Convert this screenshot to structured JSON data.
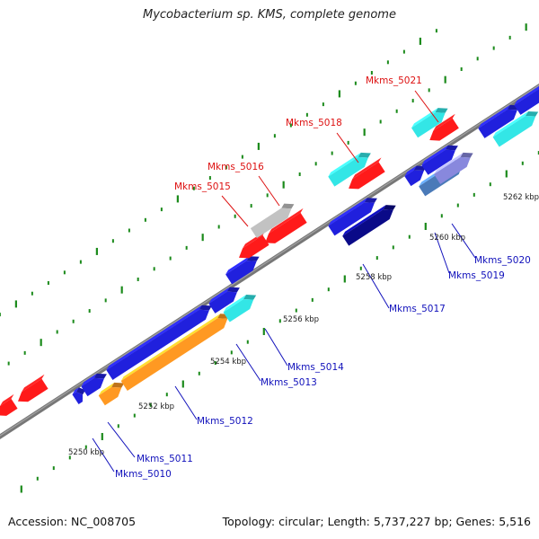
{
  "title": "Mycobacterium sp. KMS, complete genome",
  "accession": "Accession: NC_008705",
  "stats": "Topology: circular; Length: 5,737,227 bp; Genes: 5,516",
  "colors": {
    "backbone": "#777777",
    "tick": "#1a8a1a",
    "forward_gene": "#2020dd",
    "reverse_gene": "#ff1a1a",
    "cyan_gene": "#33e6e6",
    "orange_gene": "#ff9922",
    "navy_gene": "#0a0a88",
    "gray_gene": "#c2c2c2",
    "steel_gene": "#4a7ab8",
    "lavender_gene": "#8888dd",
    "label_highlight": "#dd1111",
    "label_normal": "#1111bb"
  },
  "scale_labels": [
    "5250 kbp",
    "5252 kbp",
    "5254 kbp",
    "5256 kbp",
    "5258 kbp",
    "5260 kbp",
    "5262 kbp"
  ],
  "highlighted_labels": [
    "Mkms_5015",
    "Mkms_5016",
    "Mkms_5018",
    "Mkms_5021"
  ],
  "gene_labels": [
    "Mkms_5010",
    "Mkms_5011",
    "Mkms_5012",
    "Mkms_5013",
    "Mkms_5014",
    "Mkms_5017",
    "Mkms_5019",
    "Mkms_5020"
  ]
}
